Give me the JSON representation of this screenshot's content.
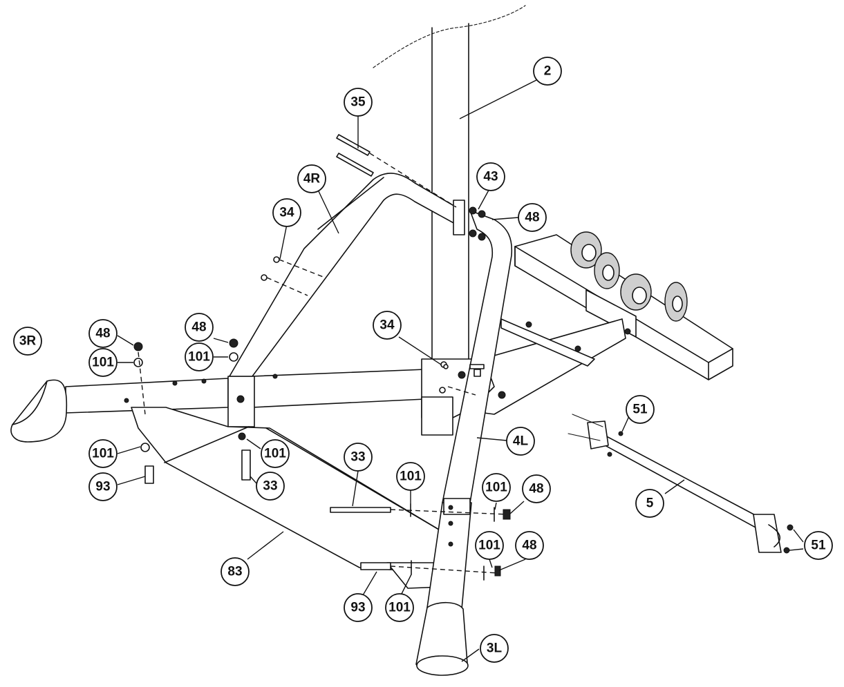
{
  "callouts": [
    {
      "label": "2"
    },
    {
      "label": "35"
    },
    {
      "label": "4R"
    },
    {
      "label": "43"
    },
    {
      "label": "48"
    },
    {
      "label": "34"
    },
    {
      "label": "48"
    },
    {
      "label": "101"
    },
    {
      "label": "3R"
    },
    {
      "label": "48"
    },
    {
      "label": "101"
    },
    {
      "label": "34"
    },
    {
      "label": "101"
    },
    {
      "label": "93"
    },
    {
      "label": "101"
    },
    {
      "label": "33"
    },
    {
      "label": "33"
    },
    {
      "label": "101"
    },
    {
      "label": "101"
    },
    {
      "label": "48"
    },
    {
      "label": "4L"
    },
    {
      "label": "51"
    },
    {
      "label": "5"
    },
    {
      "label": "51"
    },
    {
      "label": "83"
    },
    {
      "label": "101"
    },
    {
      "label": "48"
    },
    {
      "label": "93"
    },
    {
      "label": "101"
    },
    {
      "label": "3L"
    }
  ]
}
